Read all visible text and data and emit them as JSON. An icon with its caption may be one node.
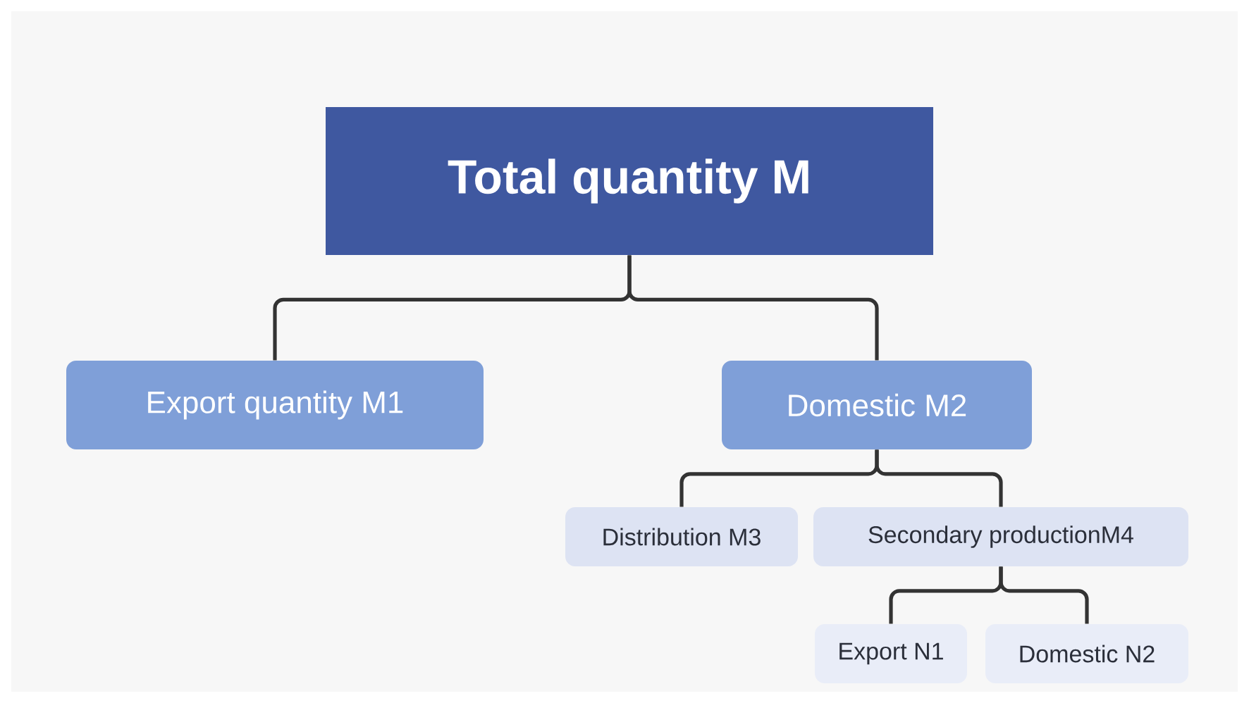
{
  "diagram": {
    "nodes": [
      {
        "text": [
          "Total quantity M"
        ]
      },
      {
        "text": [
          "Export quantity M1"
        ]
      },
      {
        "text": [
          "Domestic M2"
        ]
      },
      {
        "text": [
          "Distribution M3"
        ]
      },
      {
        "text": [
          "Secondary productionM4"
        ]
      },
      {
        "text": [
          "Export N1"
        ]
      },
      {
        "text": [
          "Domestic N2"
        ]
      }
    ],
    "edges": [
      {
        "from": 0,
        "to": 1,
        "arrow": "none"
      },
      {
        "from": 0,
        "to": 2,
        "arrow": "none"
      },
      {
        "from": 2,
        "to": 3,
        "arrow": "none"
      },
      {
        "from": 2,
        "to": 4,
        "arrow": "none"
      },
      {
        "from": 4,
        "to": 5,
        "arrow": "none"
      },
      {
        "from": 4,
        "to": 6,
        "arrow": "none"
      }
    ]
  }
}
